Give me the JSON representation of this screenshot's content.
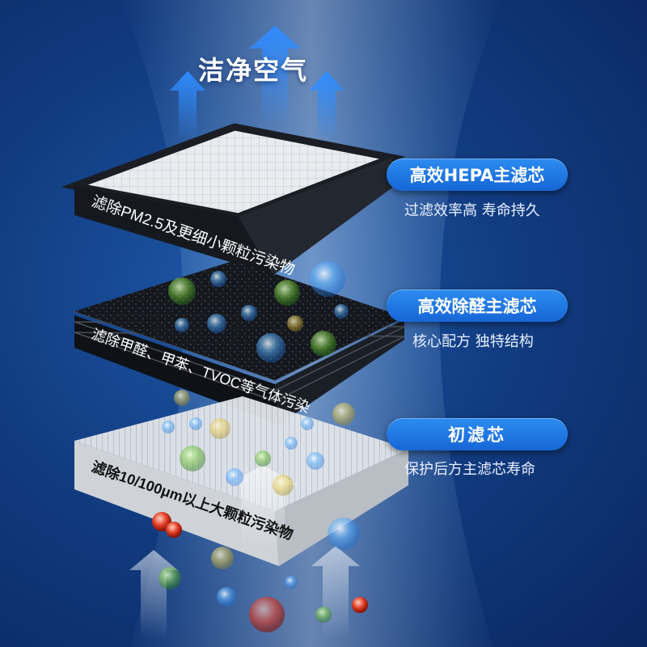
{
  "heading": "洁净空气",
  "layers": [
    {
      "name": "高效HEPA主滤芯",
      "subtitle": "过滤效率高 寿命持久",
      "edge_text": "滤除PM2.5及更细小颗粒污染物"
    },
    {
      "name": "高效除醛主滤芯",
      "subtitle": "核心配方 独特结构",
      "edge_text": "滤除甲醛、甲苯、TVOC等气体污染"
    },
    {
      "name": "初滤芯",
      "subtitle": "保护后方主滤芯寿命",
      "edge_text": "滤除10/100μm以上大颗粒污染物"
    }
  ],
  "colors": {
    "background": "#123d82",
    "pill": "#1e78e6",
    "filter_frame": "#15181f",
    "carbon": "#10131a",
    "mesh": "#d9dde2"
  }
}
